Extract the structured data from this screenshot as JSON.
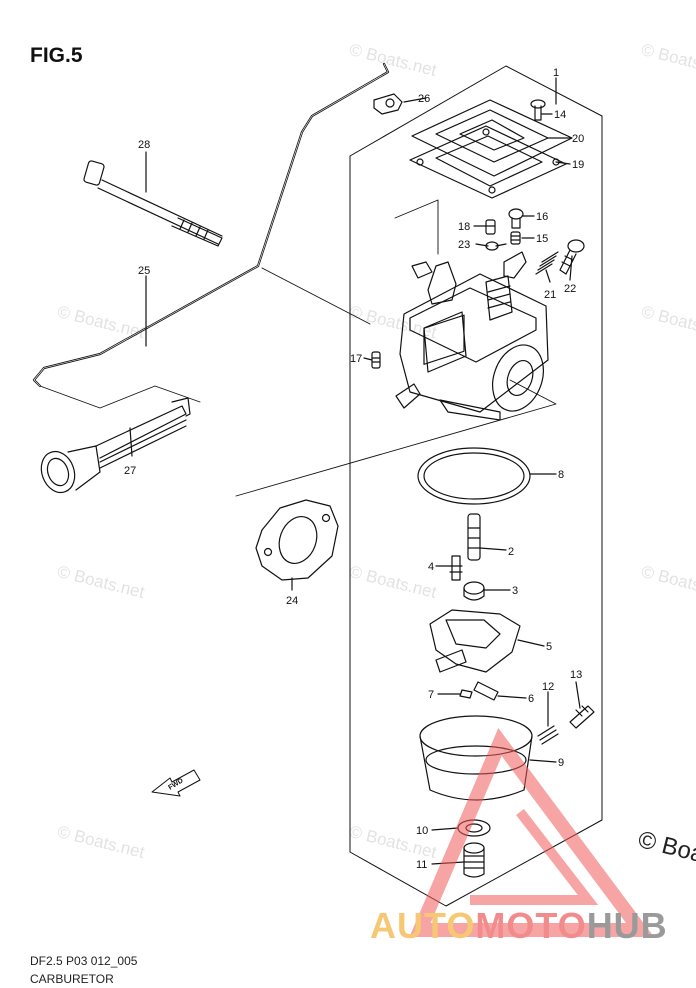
{
  "figure": {
    "title": "FIG.5",
    "code": "DF2.5 P03 012_005",
    "subtitle": "CARBURETOR"
  },
  "watermark": {
    "text": "© Boats.net",
    "corner_text": "© Boa"
  },
  "logo": {
    "part_a": "AUTO",
    "part_b": "MOTO",
    "part_c": "HUB",
    "colors": {
      "a": "#f7c873",
      "b": "#f28c8c",
      "c": "#9a9a9a",
      "triangle": "#ef5a5a"
    }
  },
  "fwd_label": "FWD",
  "callouts": [
    {
      "id": "c1",
      "num": "1"
    },
    {
      "id": "c2",
      "num": "2"
    },
    {
      "id": "c3",
      "num": "3"
    },
    {
      "id": "c4",
      "num": "4"
    },
    {
      "id": "c5",
      "num": "5"
    },
    {
      "id": "c6",
      "num": "6"
    },
    {
      "id": "c7",
      "num": "7"
    },
    {
      "id": "c8",
      "num": "8"
    },
    {
      "id": "c9",
      "num": "9"
    },
    {
      "id": "c10",
      "num": "10"
    },
    {
      "id": "c11",
      "num": "11"
    },
    {
      "id": "c12",
      "num": "12"
    },
    {
      "id": "c13",
      "num": "13"
    },
    {
      "id": "c14",
      "num": "14"
    },
    {
      "id": "c15",
      "num": "15"
    },
    {
      "id": "c16",
      "num": "16"
    },
    {
      "id": "c17",
      "num": "17"
    },
    {
      "id": "c18",
      "num": "18"
    },
    {
      "id": "c19",
      "num": "19"
    },
    {
      "id": "c20",
      "num": "20"
    },
    {
      "id": "c21",
      "num": "21"
    },
    {
      "id": "c22",
      "num": "22"
    },
    {
      "id": "c23",
      "num": "23"
    },
    {
      "id": "c24",
      "num": "24"
    },
    {
      "id": "c25",
      "num": "25"
    },
    {
      "id": "c26",
      "num": "26"
    },
    {
      "id": "c27",
      "num": "27"
    },
    {
      "id": "c28",
      "num": "28"
    }
  ]
}
